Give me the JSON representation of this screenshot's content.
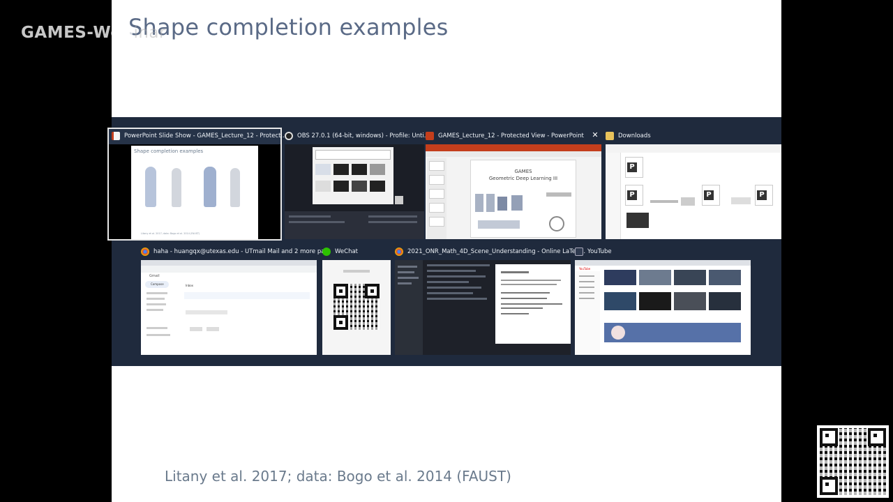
{
  "watermark": {
    "text": "GAMES-Web",
    "faded": "inar"
  },
  "slide": {
    "title": "Shape completion examples",
    "citation": "Litany et al. 2017; data: Bogo et al. 2014 (FAUST)"
  },
  "colors": {
    "switcher_bg": "#1f2a3d",
    "slide_title": "#5a6a86",
    "selection_border": "#e8e8e8"
  },
  "windows": [
    {
      "title": "PowerPoint Slide Show - GAMES_Lecture_12 - Protect...",
      "icon": "powerpoint-slideshow-icon",
      "selected": true,
      "thumb": {
        "heading": "Shape completion examples",
        "footer": "Litany et al. 2017; data: Bogo et al. 2014 (FAUST)"
      }
    },
    {
      "title": "OBS 27.0.1 (64-bit, windows) - Profile: Unti...",
      "icon": "obs-icon"
    },
    {
      "title": "GAMES_Lecture_12 - Protected View - PowerPoint",
      "icon": "powerpoint-icon",
      "close": "✕",
      "thumb": {
        "line1": "GAMES",
        "line2": "Geometric Deep Learning III"
      }
    },
    {
      "title": "Downloads",
      "icon": "downloads-folder-icon"
    },
    {
      "title": "haha - huangqx@utexas.edu - UTmail Mail and 2 more pa...",
      "icon": "chrome-icon",
      "thumb": {
        "app": "Gmail",
        "compose": "Compose",
        "inbox": "Inbox"
      }
    },
    {
      "title": "WeChat",
      "icon": "wechat-icon"
    },
    {
      "title": "2021_ONR_Math_4D_Scene_Understanding - Online LaTeX...",
      "icon": "chrome-icon"
    },
    {
      "title": "YouTube",
      "icon": "youtube-icon",
      "thumb": {
        "app": "YouTube"
      }
    }
  ]
}
